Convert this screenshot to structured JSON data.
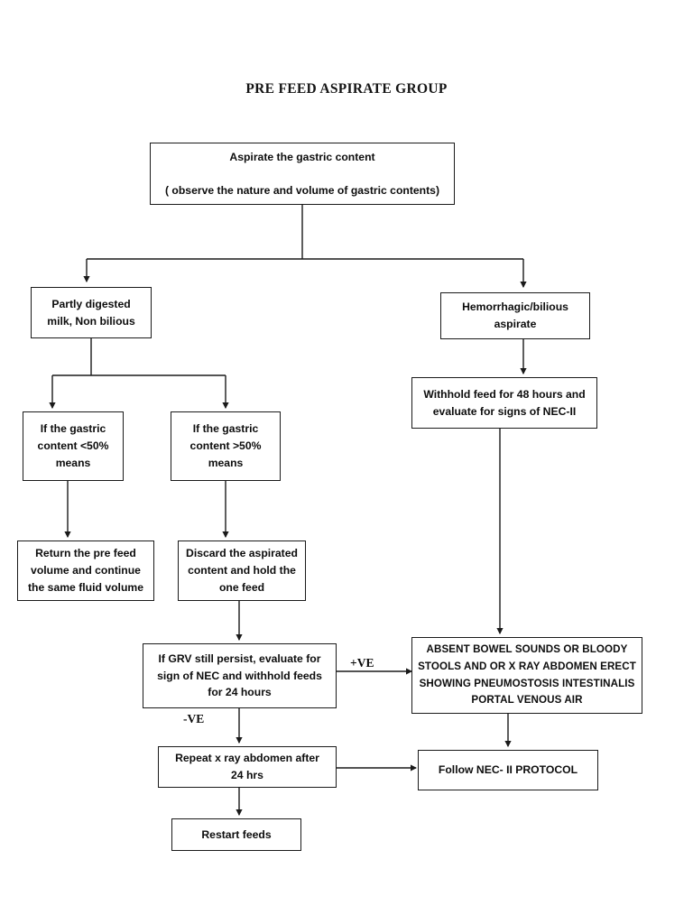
{
  "document": {
    "title": "PRE FEED ASPIRATE GROUP"
  },
  "nodes": {
    "aspirate": {
      "line1": "Aspirate the gastric content",
      "line2": "( observe the nature and volume of gastric contents)"
    },
    "partly_digested": {
      "line1": "Partly digested",
      "line2": "milk, Non bilious"
    },
    "hemorrhagic": {
      "line1": "Hemorrhagic/bilious",
      "line2": "aspirate"
    },
    "withhold_feed": {
      "line1": "Withhold feed for 48 hours and",
      "line2": "evaluate for signs of NEC-II"
    },
    "gastric_less": {
      "line1": "If the gastric",
      "line2": "content <50%",
      "line3": "means"
    },
    "gastric_more": {
      "line1": "If the gastric",
      "line2": "content >50%",
      "line3": "means"
    },
    "return_prefeed": {
      "line1": "Return the pre feed",
      "line2": "volume and continue",
      "line3": "the same fluid volume"
    },
    "discard_aspirated": {
      "line1": "Discard the aspirated",
      "line2": "content and hold the",
      "line3": "one feed"
    },
    "grv_persist": {
      "line1": "If GRV still persist, evaluate for",
      "line2": "sign of NEC and withhold feeds",
      "line3": "for 24 hours"
    },
    "absent_bowel": {
      "line1": "ABSENT BOWEL SOUNDS OR BLOODY",
      "line2": "STOOLS AND OR X RAY ABDOMEN ERECT",
      "line3": "SHOWING PNEUMOSTOSIS INTESTINALIS",
      "line4": "PORTAL VENOUS AIR"
    },
    "repeat_xray": {
      "line1": "Repeat x ray abdomen after",
      "line2": "24 hrs"
    },
    "follow_protocol": {
      "line1": "Follow NEC- II PROTOCOL"
    },
    "restart_feeds": {
      "line1": "Restart feeds"
    }
  },
  "edge_labels": {
    "positive": "+VE",
    "negative": "-VE"
  },
  "style": {
    "line_color": "#1a1a1a",
    "text_color": "#0d0d0d",
    "background": "#ffffff"
  }
}
